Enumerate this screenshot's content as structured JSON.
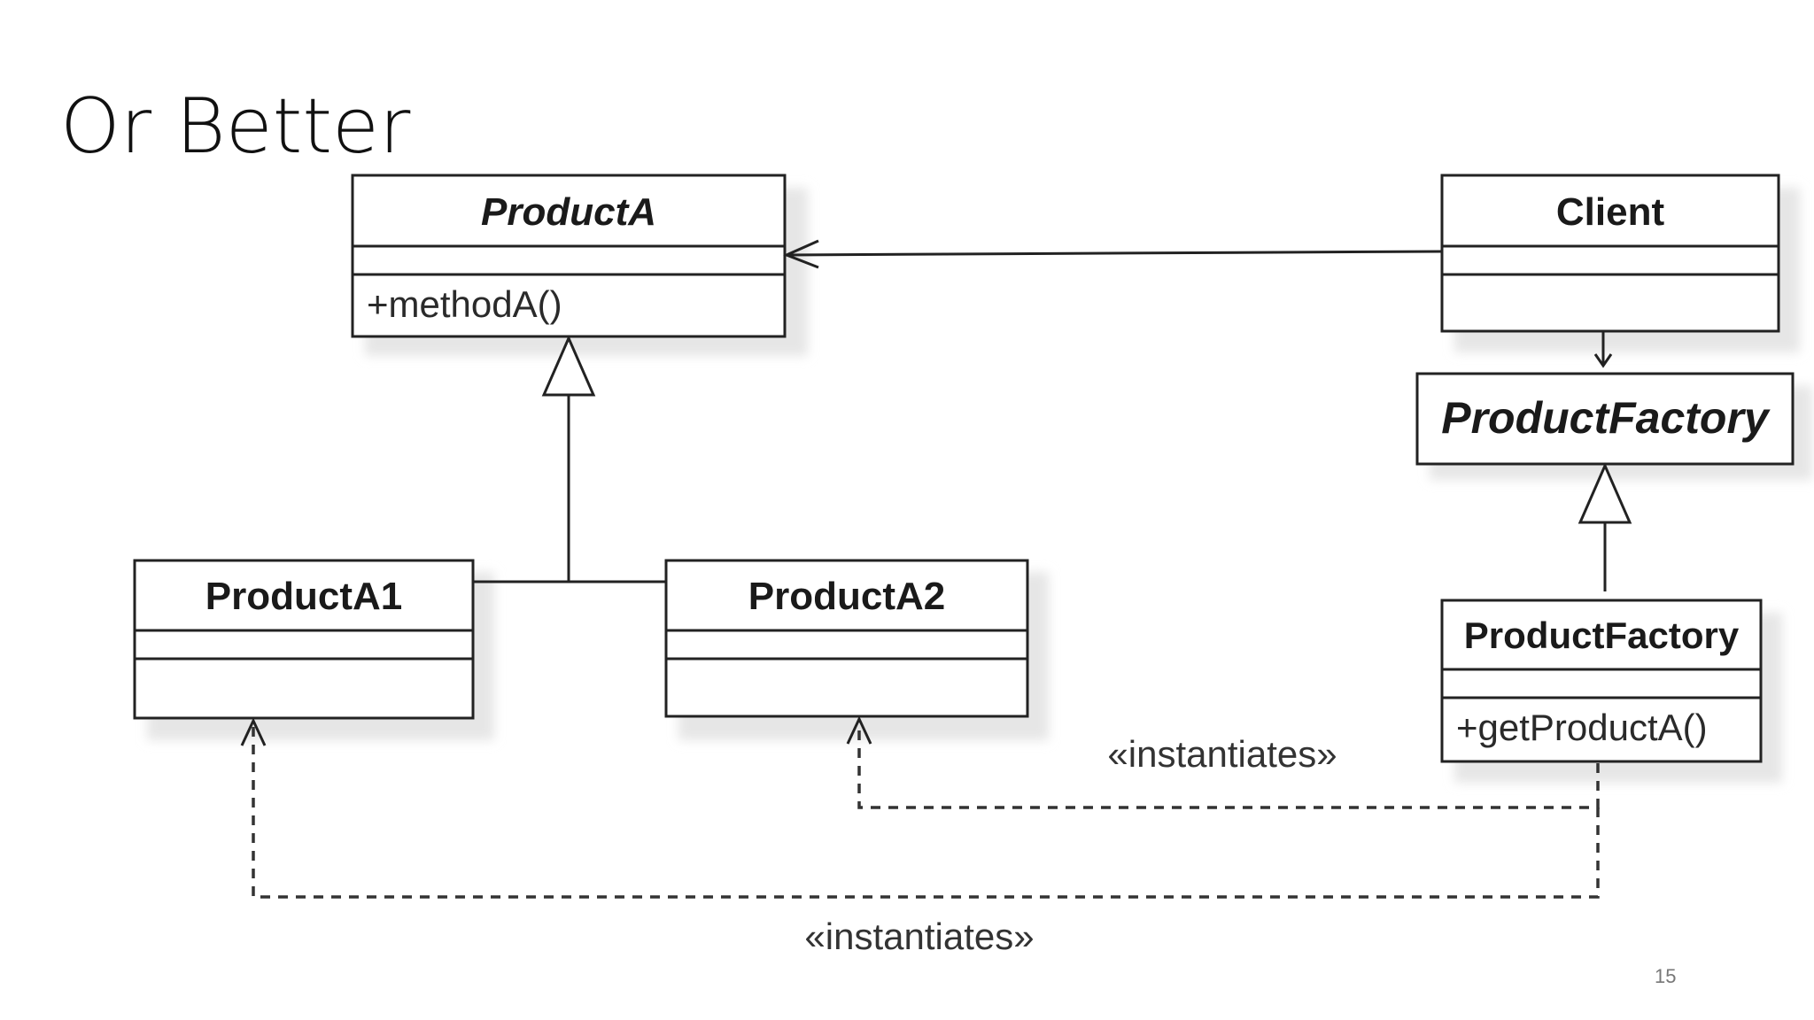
{
  "slide": {
    "title": "Or Better",
    "page_number": "15"
  },
  "classes": {
    "product_a": {
      "name": "ProductA",
      "abstract": true,
      "operation": "+methodA()"
    },
    "client": {
      "name": "Client"
    },
    "product_factory_abstract": {
      "name": "ProductFactory",
      "abstract": true
    },
    "product_a1": {
      "name": "ProductA1"
    },
    "product_a2": {
      "name": "ProductA2"
    },
    "product_factory": {
      "name": "ProductFactory",
      "operation": "+getProductA()"
    }
  },
  "relations": {
    "instantiates_upper": "«instantiates»",
    "instantiates_lower": "«instantiates»"
  }
}
